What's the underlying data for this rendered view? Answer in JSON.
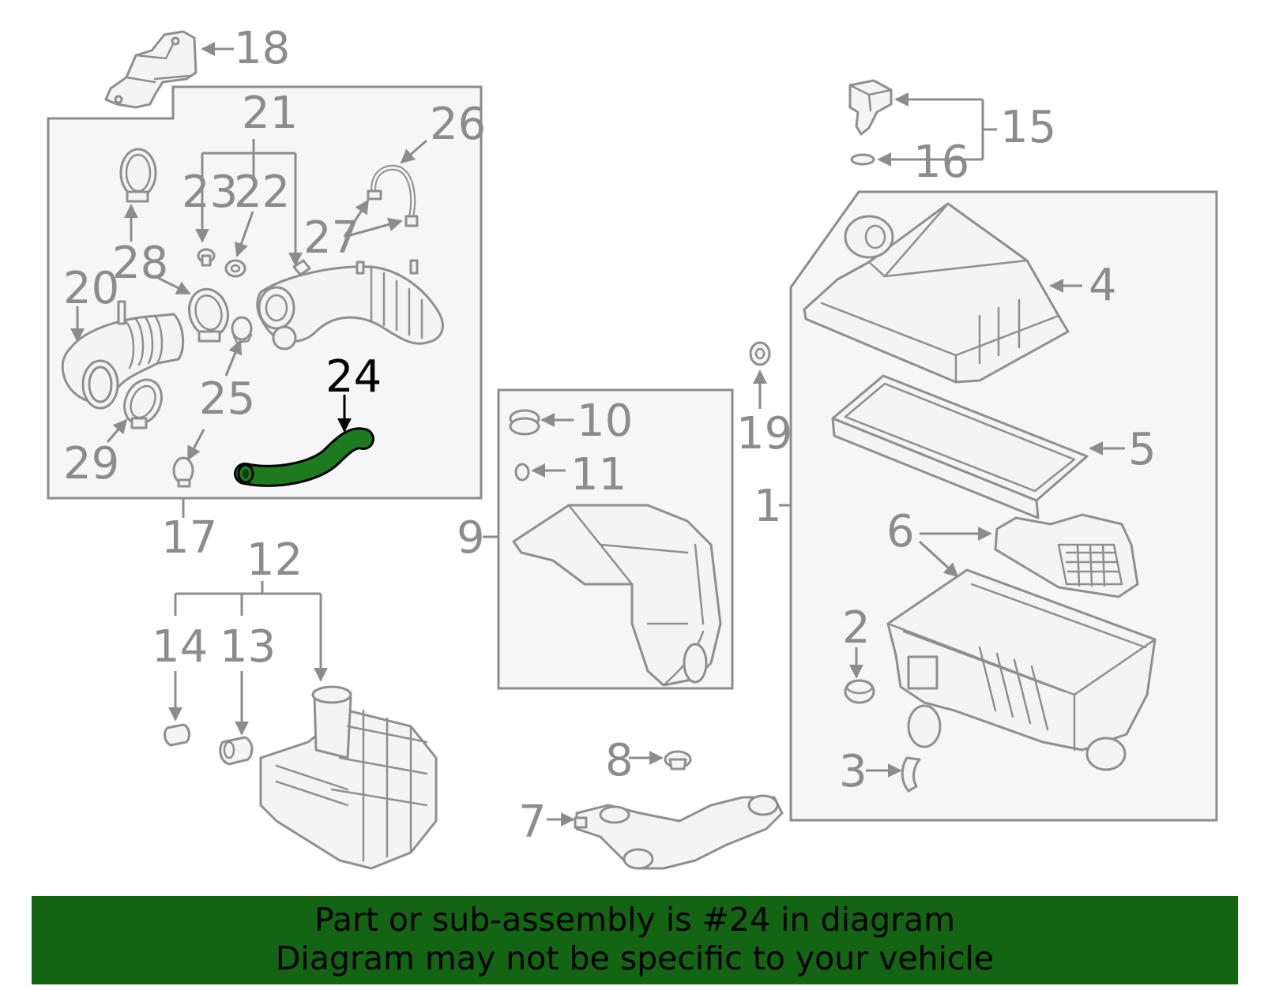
{
  "diagram": {
    "highlighted_part": "24",
    "labels": [
      "1",
      "2",
      "3",
      "4",
      "5",
      "6",
      "7",
      "8",
      "9",
      "10",
      "11",
      "12",
      "13",
      "14",
      "15",
      "16",
      "17",
      "18",
      "19",
      "20",
      "21",
      "22",
      "23",
      "24",
      "25",
      "26",
      "27",
      "28",
      "29"
    ]
  },
  "colors": {
    "highlight_part": "#1e7a1e",
    "banner_background": "#136413",
    "line_gray": "#8c8c8c",
    "box_fill": "#f6f6f6"
  },
  "banner": {
    "line1": "Part or sub-assembly is #24 in diagram",
    "line2": "Diagram may not be specific to your vehicle"
  }
}
